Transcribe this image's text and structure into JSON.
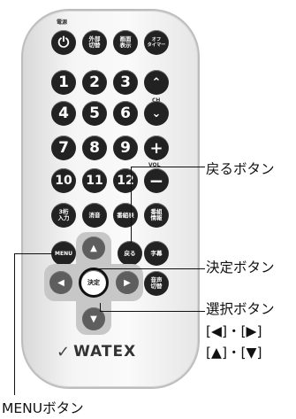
{
  "remote": {
    "power_label": "電源",
    "ch_label": "CH",
    "vol_label": "VOL",
    "brand": "WATEX",
    "buttons": {
      "gaibu": "外部\n切替",
      "gamen": "画面\n表示",
      "off_timer": "オフ\nタイマー",
      "num1": "1",
      "num2": "2",
      "num3": "3",
      "num4": "4",
      "num5": "5",
      "num6": "6",
      "num7": "7",
      "num8": "8",
      "num9": "9",
      "num10": "10",
      "num11": "11",
      "num12": "12",
      "three_digit": "3桁\n入力",
      "mute": "消音",
      "bangumihyo": "番組表",
      "bangumi_info": "番組\n情報",
      "menu": "MENU",
      "back": "戻る",
      "subtitle": "字幕",
      "enter": "決定",
      "audio": "音声\n切替"
    }
  },
  "annotations": {
    "back_label": "戻るボタン",
    "enter_label": "決定ボタン",
    "select_label": "選択ボタン",
    "select_lr": "[◀]・[▶]",
    "select_ud": "[▲]・[▼]",
    "menu_label": "MENUボタン"
  }
}
